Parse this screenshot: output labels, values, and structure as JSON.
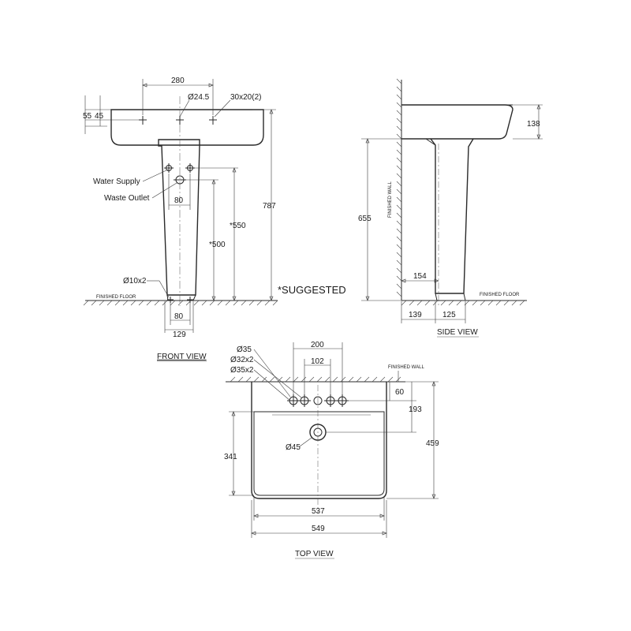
{
  "front_view": {
    "title": "FRONT VIEW",
    "floor_label": "FINISHED FLOOR",
    "labels": {
      "water_supply": "Water Supply",
      "waste_outlet": "Waste Outlet",
      "anchor": "Ø10x2",
      "tap_hole": "Ø24.5",
      "mount_holes": "30x20(2)"
    },
    "dims": {
      "hole_spacing": "280",
      "rim_top": "55",
      "rim_inner": "45",
      "waste_width": "80",
      "supply_height": "*550",
      "waste_height": "*500",
      "total_height": "787",
      "base_inner": "80",
      "base_width": "129"
    },
    "note": "*SUGGESTED"
  },
  "side_view": {
    "title": "SIDE VIEW",
    "wall_label": "FINISHED WALL",
    "floor_label": "FINISHED FLOOR",
    "dims": {
      "basin_height": "138",
      "rim_height": "655",
      "pedestal_offset": "154",
      "base_left": "139",
      "base_right": "125"
    }
  },
  "top_view": {
    "title": "TOP VIEW",
    "wall_label": "FINISHED WALL",
    "labels": {
      "tap_hole": "Ø35",
      "holes_32": "Ø32x2",
      "holes_35": "Ø35x2",
      "drain": "Ø45"
    },
    "dims": {
      "outer_hole_spacing": "200",
      "inner_hole_spacing": "102",
      "wall_to_holes": "60",
      "wall_to_drain": "193",
      "bowl_depth": "341",
      "total_depth": "459",
      "inner_width": "537",
      "total_width": "549"
    }
  }
}
